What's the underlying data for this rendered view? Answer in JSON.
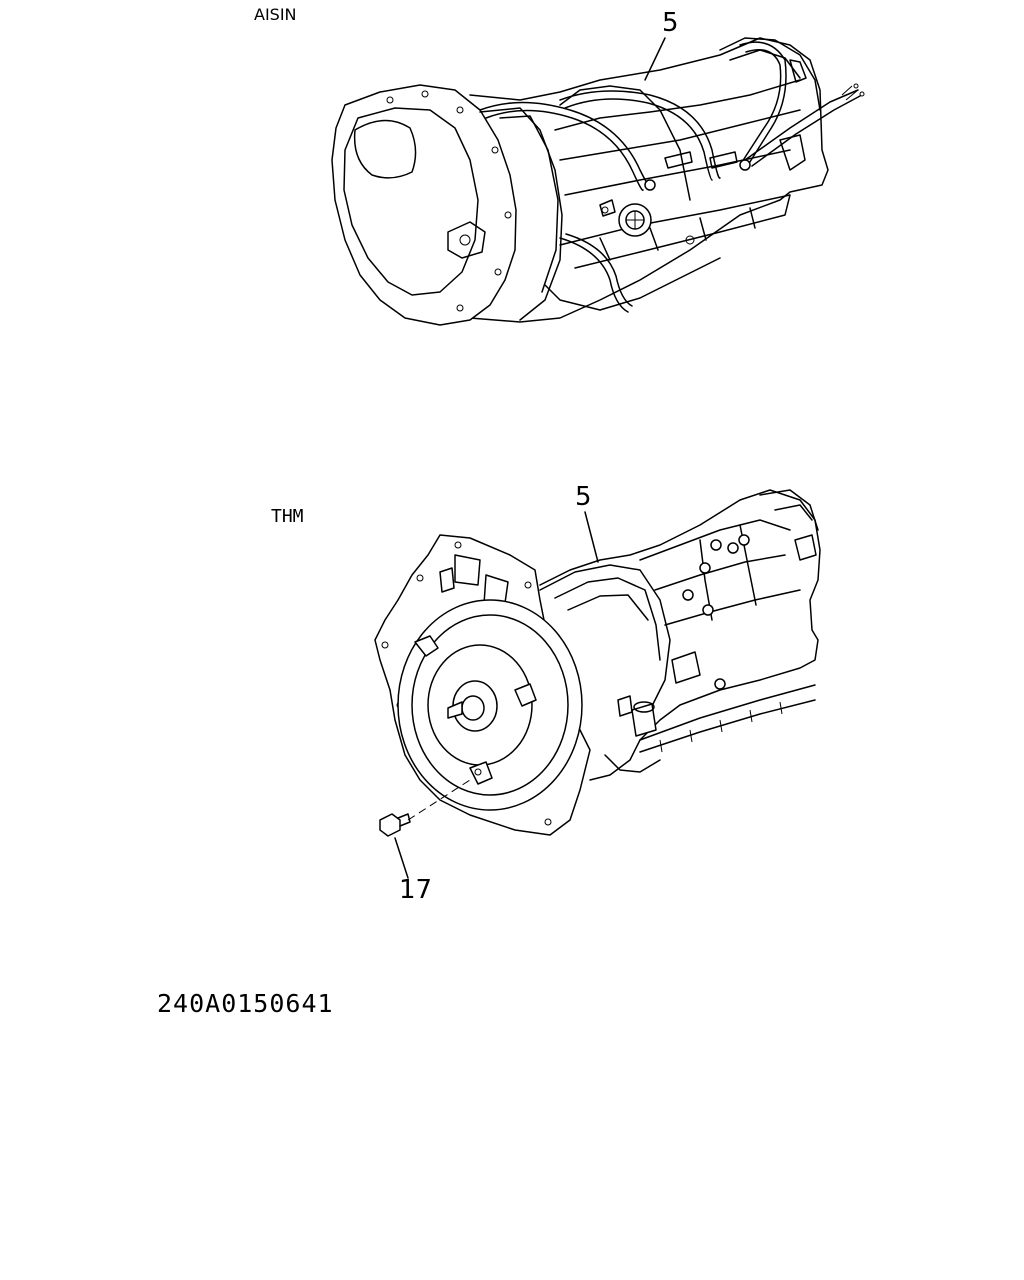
{
  "labels": {
    "aisin": "AISIN",
    "thm": "THM",
    "callout_aisin": "5",
    "callout_thm": "5",
    "callout_bolt": "17",
    "reference": "240A0150641"
  }
}
